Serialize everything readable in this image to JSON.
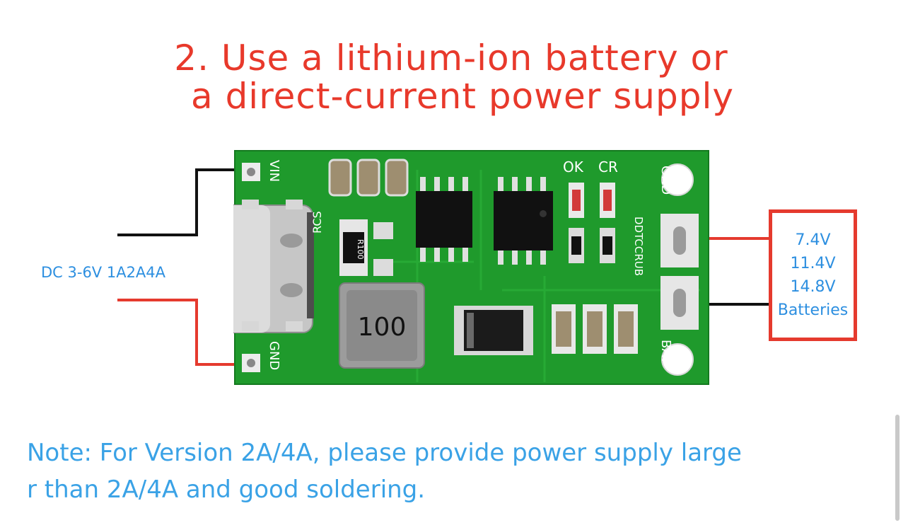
{
  "headline": {
    "line1": "2. Use a lithium-ion battery or",
    "line2": "a direct-current power supply"
  },
  "input_label": "DC 3-6V 1A2A4A",
  "battery_options": [
    "7.4V",
    "11.4V",
    "14.8V",
    "Batteries"
  ],
  "board": {
    "pin_vin": "VIN",
    "pin_gnd_left": "GND",
    "pin_gnd_right": "GND",
    "pin_bat": "BAT",
    "led_ok": "OK",
    "led_cr": "CR",
    "rcs": "RCS",
    "resistor": "R100",
    "inductor": "100",
    "brand": "DDTCCRUB"
  },
  "note": {
    "line1": "Note: For Version 2A/4A, please provide power supply large",
    "line2": "r than 2A/4A and good soldering."
  },
  "colors": {
    "headline": "#e8392b",
    "blue_text": "#2d8fe0",
    "pcb_green": "#1f9a2c",
    "red_wire": "#e53a2e"
  }
}
